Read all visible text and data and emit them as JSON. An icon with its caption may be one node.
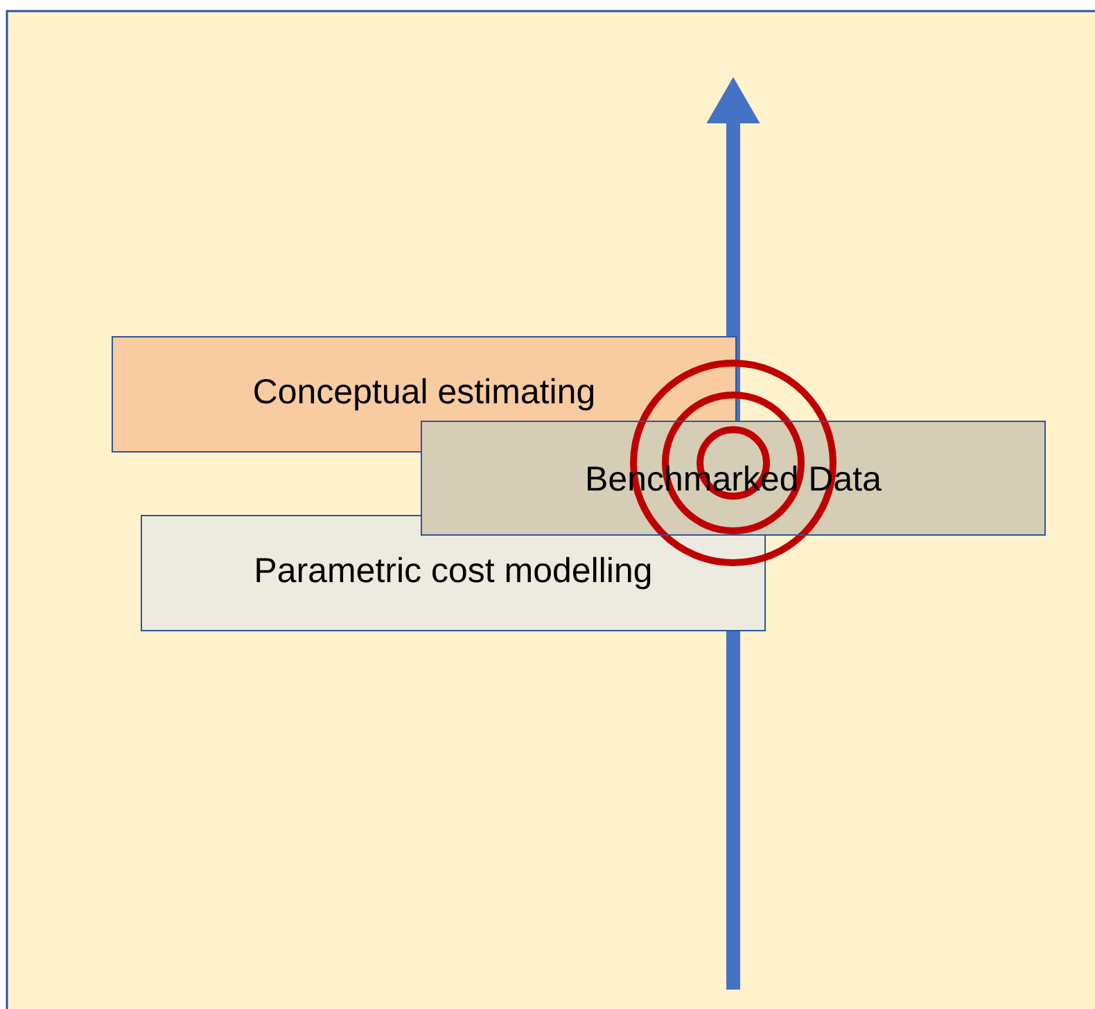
{
  "diagram": {
    "nodes": [
      {
        "text": [
          "Conceptual estimating"
        ]
      },
      {
        "text": [
          "Benchmarked Data"
        ]
      },
      {
        "text": [
          "Parametric cost modelling"
        ]
      }
    ]
  }
}
